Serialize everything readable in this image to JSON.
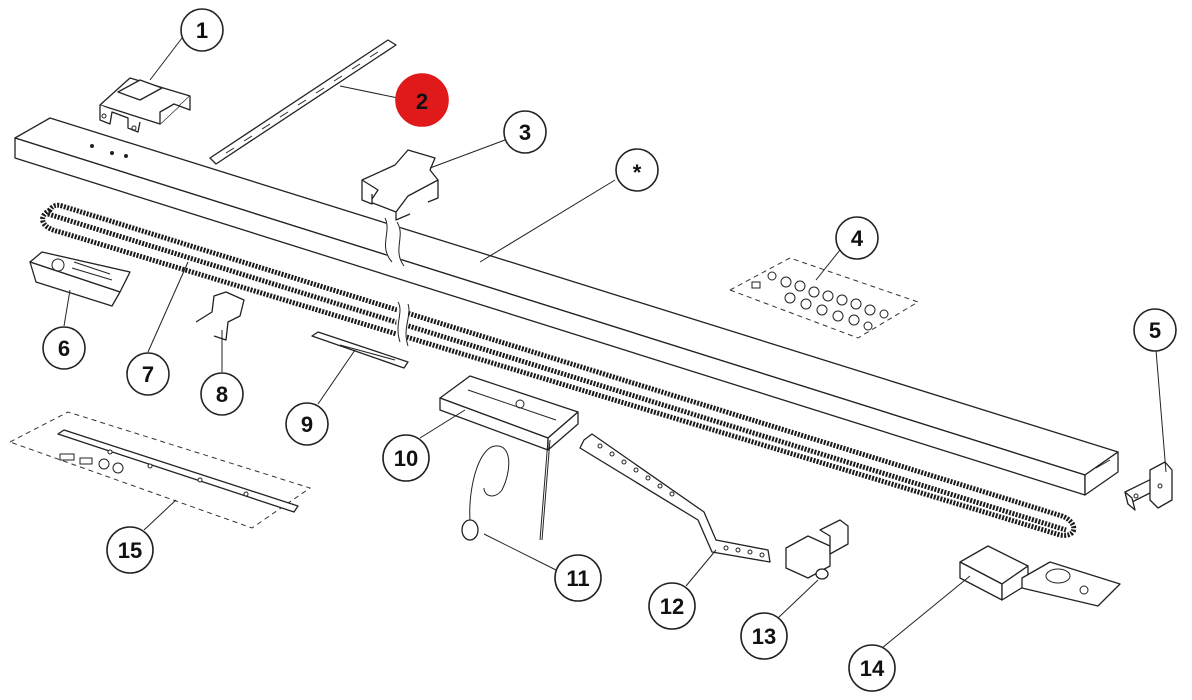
{
  "callouts": [
    {
      "id": "1",
      "label": "1",
      "highlighted": false
    },
    {
      "id": "2",
      "label": "2",
      "highlighted": true
    },
    {
      "id": "3",
      "label": "3",
      "highlighted": false
    },
    {
      "id": "star",
      "label": "*",
      "highlighted": false
    },
    {
      "id": "4",
      "label": "4",
      "highlighted": false
    },
    {
      "id": "5",
      "label": "5",
      "highlighted": false
    },
    {
      "id": "6",
      "label": "6",
      "highlighted": false
    },
    {
      "id": "7",
      "label": "7",
      "highlighted": false
    },
    {
      "id": "8",
      "label": "8",
      "highlighted": false
    },
    {
      "id": "9",
      "label": "9",
      "highlighted": false
    },
    {
      "id": "10",
      "label": "10",
      "highlighted": false
    },
    {
      "id": "11",
      "label": "11",
      "highlighted": false
    },
    {
      "id": "12",
      "label": "12",
      "highlighted": false
    },
    {
      "id": "13",
      "label": "13",
      "highlighted": false
    },
    {
      "id": "14",
      "label": "14",
      "highlighted": false
    },
    {
      "id": "15",
      "label": "15",
      "highlighted": false
    }
  ],
  "colors": {
    "highlight": "#e01a1a",
    "line": "#222222",
    "background": "#ffffff"
  }
}
